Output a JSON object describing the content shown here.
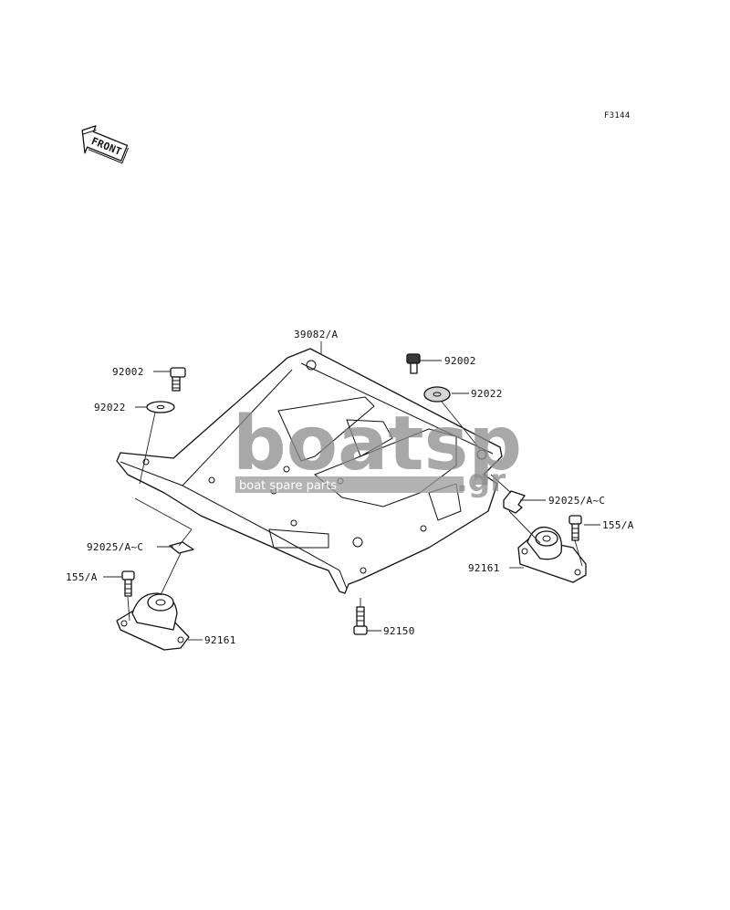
{
  "diagram_code": "F3144",
  "front_arrow_label": "FRONT",
  "callouts": {
    "plate": "39082/A",
    "bolt_left": "92002",
    "washer_left": "92022",
    "bolt_right": "92002",
    "washer_right": "92022",
    "shim_right": "92025/A~C",
    "shim_left": "92025/A~C",
    "bolt_155_right": "155/A",
    "bolt_155_left": "155/A",
    "mount_right": "92161",
    "mount_left": "92161",
    "bolt_bottom": "92150"
  },
  "watermark": {
    "brand": "boatsp",
    "tagline": "boat spare parts",
    "domain": ".gr"
  }
}
